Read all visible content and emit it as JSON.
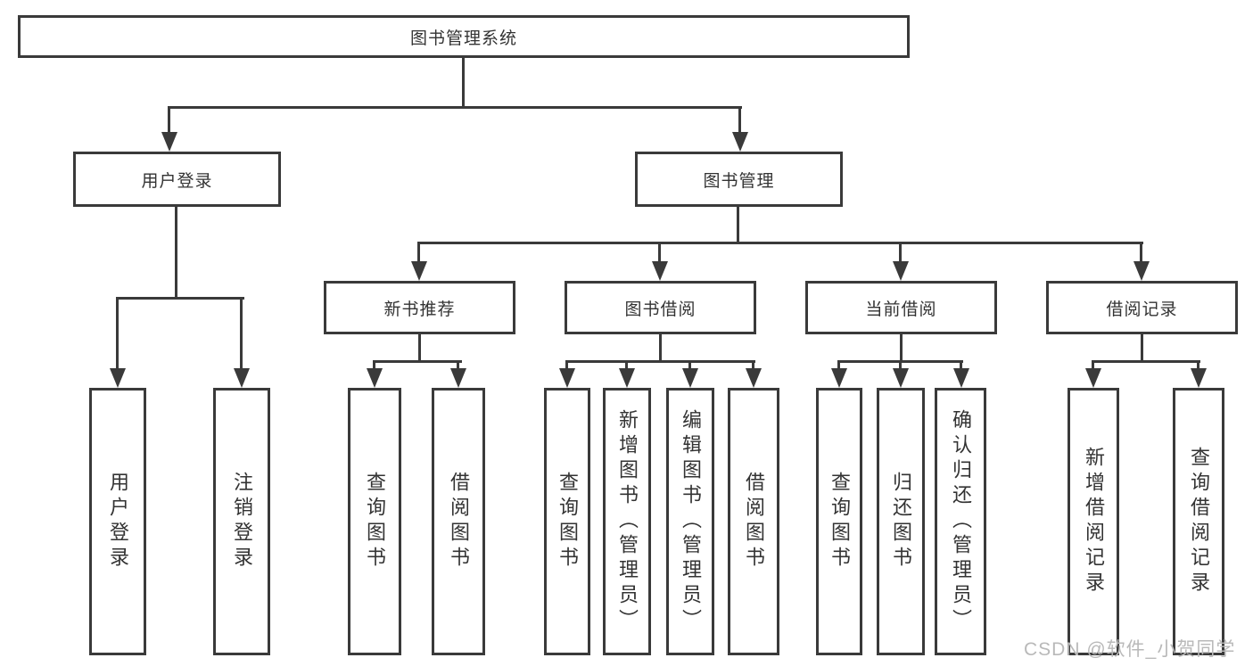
{
  "tree": {
    "label": "图书管理系统",
    "children": [
      {
        "label": "用户登录",
        "children": [
          {
            "label": "用户登录"
          },
          {
            "label": "注销登录"
          }
        ]
      },
      {
        "label": "图书管理",
        "children": [
          {
            "label": "新书推荐",
            "children": [
              {
                "label": "查询图书"
              },
              {
                "label": "借阅图书"
              }
            ]
          },
          {
            "label": "图书借阅",
            "children": [
              {
                "label": "查询图书"
              },
              {
                "label": "新增图书（管理员）"
              },
              {
                "label": "编辑图书（管理员）"
              },
              {
                "label": "借阅图书"
              }
            ]
          },
          {
            "label": "当前借阅",
            "children": [
              {
                "label": "查询图书"
              },
              {
                "label": "归还图书"
              },
              {
                "label": "确认归还（管理员）"
              }
            ]
          },
          {
            "label": "借阅记录",
            "children": [
              {
                "label": "新增借阅记录"
              },
              {
                "label": "查询借阅记录"
              }
            ]
          }
        ]
      }
    ]
  },
  "watermark": "CSDN @软件_小贺同学",
  "colors": {
    "line": "#3a3a3a",
    "text": "#333333",
    "watermark": "#b9b9b9",
    "background": "#ffffff"
  }
}
